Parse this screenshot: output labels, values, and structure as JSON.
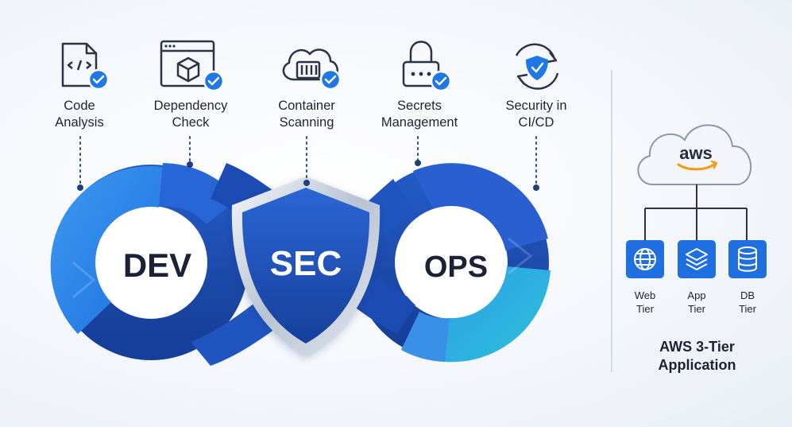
{
  "infinity": {
    "dev_label": "DEV",
    "sec_label": "SEC",
    "ops_label": "OPS"
  },
  "checks": [
    {
      "icon": "code-file-icon",
      "lines": [
        "Code",
        "Analysis"
      ]
    },
    {
      "icon": "browser-package-icon",
      "lines": [
        "Dependency",
        "Check"
      ]
    },
    {
      "icon": "cloud-container-icon",
      "lines": [
        "Container",
        "Scanning"
      ]
    },
    {
      "icon": "padlock-icon",
      "lines": [
        "Secrets",
        "Management"
      ]
    },
    {
      "icon": "shield-refresh-icon",
      "lines": [
        "Security in",
        "CI/CD"
      ]
    }
  ],
  "aws": {
    "cloud_label": "aws",
    "tiers": [
      {
        "icon": "globe-icon",
        "lines": [
          "Web",
          "Tier"
        ]
      },
      {
        "icon": "layers-icon",
        "lines": [
          "App",
          "Tier"
        ]
      },
      {
        "icon": "database-icon",
        "lines": [
          "DB",
          "Tier"
        ]
      }
    ],
    "title_lines": [
      "AWS 3-Tier",
      "Application"
    ]
  },
  "colors": {
    "dark_blue": "#1a47a8",
    "mid_blue": "#2a6fe0",
    "light_blue": "#2f8fe8",
    "teal": "#2ab8d8",
    "check_blue": "#1e78e6",
    "text": "#1f2430"
  }
}
